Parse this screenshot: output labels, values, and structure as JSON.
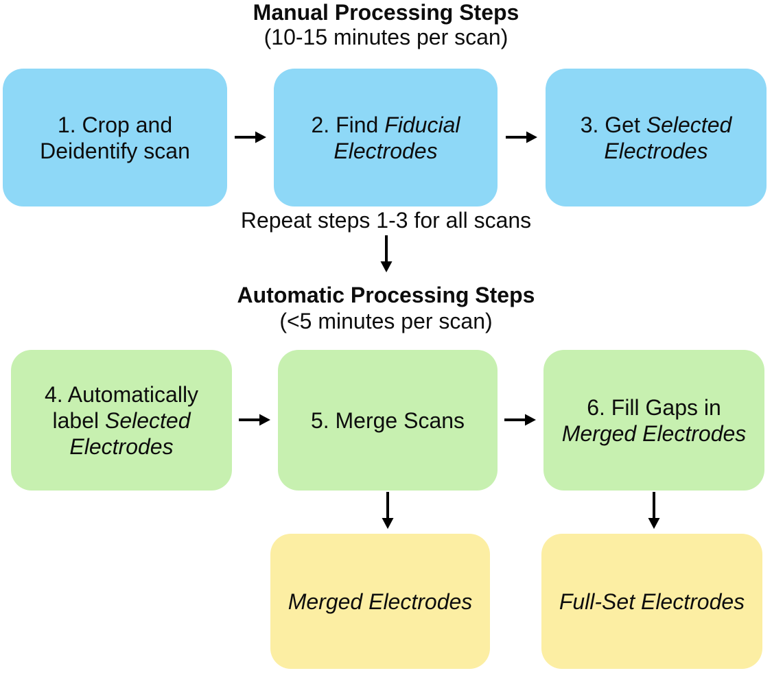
{
  "colors": {
    "background": "#ffffff",
    "manual_box": "#8ED8F7",
    "auto_box": "#C7F0B0",
    "output_box": "#FCEEA3",
    "text": "#0d0d0d",
    "arrow": "#000000"
  },
  "manual": {
    "title": "Manual Processing Steps",
    "subtitle": "(10-15 minutes per scan)",
    "steps": [
      {
        "prefix": "1. Crop and Deidentify scan",
        "italic": ""
      },
      {
        "prefix": "2. Find ",
        "italic": "Fiducial Electrodes"
      },
      {
        "prefix": "3. Get ",
        "italic": "Selected Electrodes"
      }
    ]
  },
  "repeat_note": {
    "text": "Repeat steps 1-3 for all scans"
  },
  "automatic": {
    "title": "Automatic Processing Steps",
    "subtitle": "(<5 minutes per scan)",
    "steps": [
      {
        "prefix": "4. Automatically label ",
        "italic": "Selected Electrodes"
      },
      {
        "prefix": "5. Merge Scans",
        "italic": ""
      },
      {
        "prefix": "6. Fill Gaps in ",
        "italic": "Merged Electrodes"
      }
    ]
  },
  "outputs": [
    {
      "label": "Merged Electrodes"
    },
    {
      "label": "Full-Set Electrodes"
    }
  ]
}
